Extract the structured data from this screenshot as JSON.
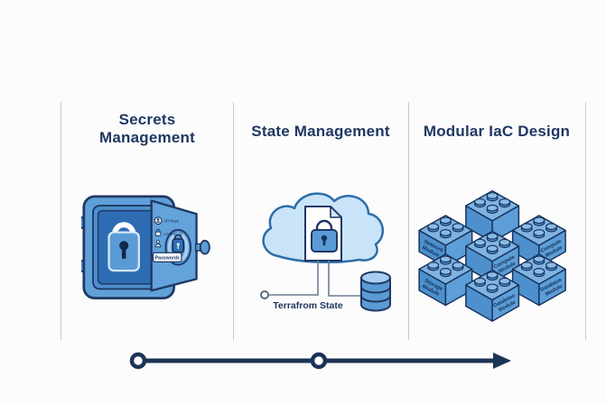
{
  "columns": [
    {
      "title": "Secrets Management"
    },
    {
      "title": "State Management"
    },
    {
      "title": "Modular IaC Design"
    }
  ],
  "vault": {
    "items": [
      {
        "label": "API keys"
      },
      {
        "label": "credentials"
      }
    ],
    "badge": "Passwords"
  },
  "state": {
    "caption": "Terrafrom State"
  },
  "modular": {
    "bricks": [
      {
        "pos": "middle-left",
        "line1": "Network",
        "line2": "Module"
      },
      {
        "pos": "middle-center",
        "line1": "Compute",
        "line2": "Module"
      },
      {
        "pos": "middle-right",
        "line1": "Compute",
        "line2": "Module"
      },
      {
        "pos": "bottom-left",
        "line1": "Storage",
        "line2": "Module"
      },
      {
        "pos": "bottom-center",
        "line1": "Database",
        "line2": "Module"
      },
      {
        "pos": "bottom-right",
        "line1": "Database",
        "line2": "Module"
      }
    ]
  },
  "colors": {
    "background": "#fcfcfc",
    "divider": "#b8cfdd",
    "navy_text": "#1f3864",
    "accent_blue": "#5b9bd5",
    "light_blue": "#bdd7ee",
    "cloud_fill": "#c9e4f8",
    "interior_blue": "#2d6cb3",
    "timeline": "#1b3356"
  }
}
